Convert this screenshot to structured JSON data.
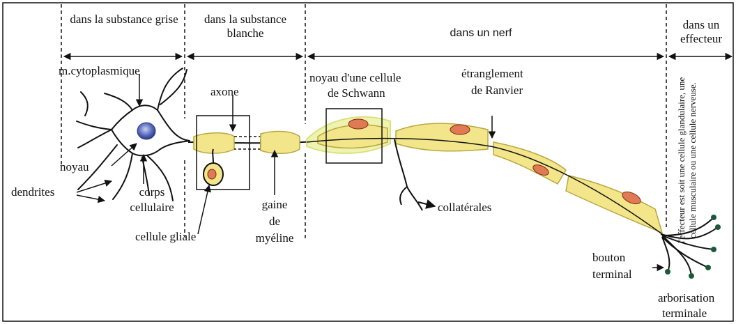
{
  "zones": {
    "grise": "dans la substance grise",
    "blanche": "dans la substance blanche",
    "nerf": "dans un nerf",
    "effecteur": "dans un effecteur"
  },
  "labels": {
    "m_cyto": "m.cytoplasmique",
    "noyau": "noyau",
    "dendrites": "dendrites",
    "corps_l1": "corps",
    "corps_l2": "cellulaire",
    "cellule_gliale": "cellule gliale",
    "axone": "axone",
    "gaine_l1": "gaine",
    "gaine_l2": "de",
    "gaine_l3": "myéline",
    "schwann_l1": "noyau d'une cellule",
    "schwann_l2": "de Schwann",
    "ranvier_l1": "étranglement",
    "ranvier_l2": "de Ranvier",
    "collaterales": "collatérales",
    "bouton_l1": "bouton",
    "bouton_l2": "terminal",
    "arbo_l1": "arborisation",
    "arbo_l2": "terminale",
    "effecteur_note": "l'effecteur est soit une cellule glandulaire, une cellule musculaire ou une cellule nerveuse."
  },
  "colors": {
    "myelin": "#f2e58a",
    "myelin_glow": "#eef2a8",
    "schwann_nucleus": "#e07a54",
    "cell_nucleus": "#4a5fb0",
    "line": "#111111"
  }
}
